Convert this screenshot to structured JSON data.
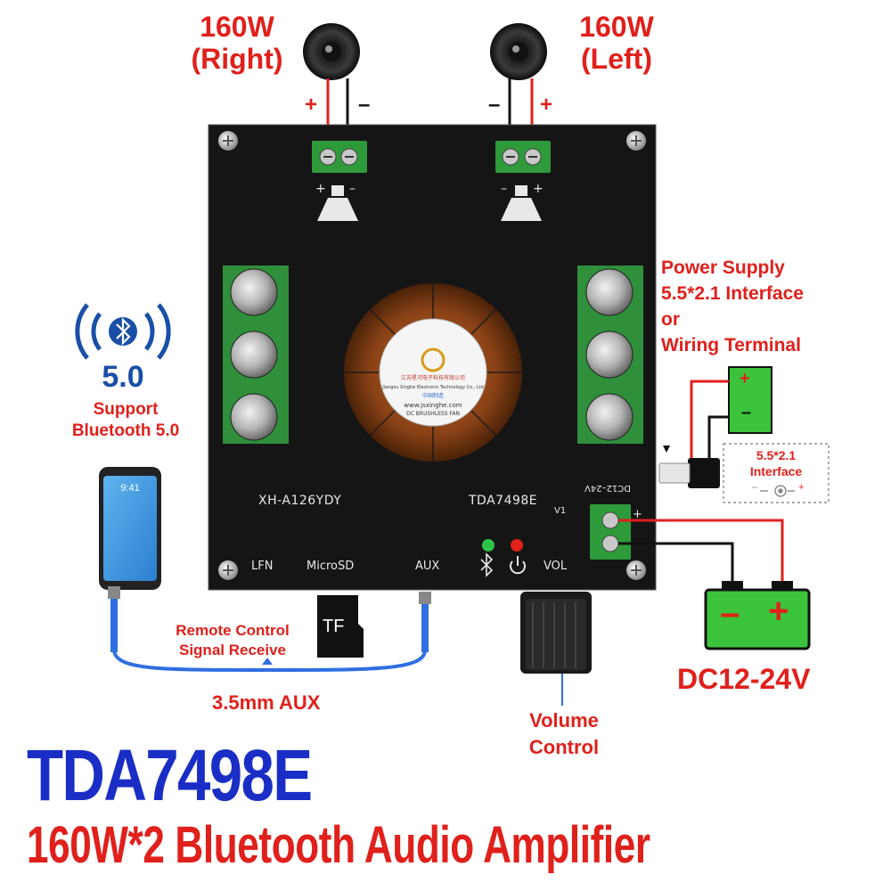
{
  "speakers": {
    "right": {
      "power": "160W",
      "channel": "(Right)"
    },
    "left": {
      "power": "160W",
      "channel": "(Left)"
    }
  },
  "polarity": {
    "plus": "+",
    "minus": "–"
  },
  "bluetooth": {
    "version": "5.0",
    "support_line1": "Support",
    "support_line2": "Bluetooth 5.0"
  },
  "phone": {
    "time": "9:41"
  },
  "board": {
    "model": "XH-A126YDY",
    "chip": "TDA7498E",
    "revision": "V1",
    "dc_label": "DC12–24V",
    "ports": {
      "lfn": "LFN",
      "microsd": "MicroSD",
      "aux": "AUX",
      "vol": "VOL"
    }
  },
  "fan": {
    "company_cn": "江苏星河电子科技有限公司",
    "company_en": "Jiangsu Xinghe Electronic Technology Co., Ltd",
    "origin": "中国制造",
    "url": "www.jsxinghe.com",
    "type": "DC BRUSHLESS FAN"
  },
  "power_supply": {
    "line1": "Power Supply",
    "line2": "5.5*2.1 Interface",
    "line3": "or",
    "line4": "Wiring Terminal",
    "interface_line1": "5.5*2.1",
    "interface_line2": "Interface"
  },
  "battery": {
    "label": "DC12-24V"
  },
  "tf_card": "TF",
  "remote": {
    "line1": "Remote Control",
    "line2": "Signal Receive"
  },
  "aux_cable": "3.5mm AUX",
  "volume": {
    "line1": "Volume",
    "line2": "Control"
  },
  "title": {
    "main": "TDA7498E",
    "sub": "160W*2 Bluetooth Audio Amplifier"
  },
  "colors": {
    "red": "#e0201b",
    "blue": "#1a2ec6",
    "board": "#151515",
    "terminal": "#2e9a3a",
    "battery": "#3bc43b",
    "cable": "#2f6fe0"
  }
}
